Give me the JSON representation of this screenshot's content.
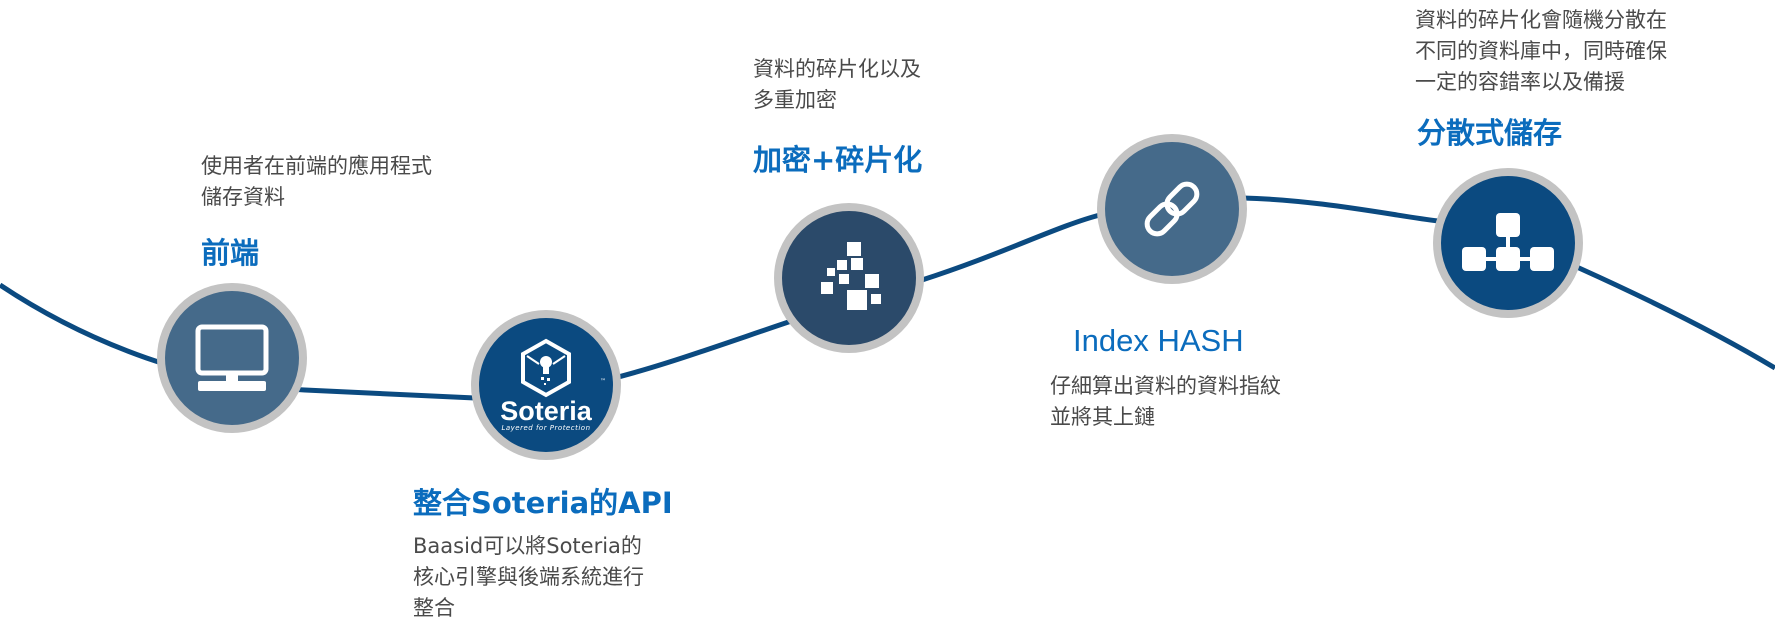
{
  "steps": [
    {
      "title": "前端",
      "description": "使用者在前端的應用程式\n儲存資料",
      "icon": "monitor-icon",
      "color": "#456a8a"
    },
    {
      "title": "整合Soteria的API",
      "description": "Baasid可以將Soteria的\n核心引擎與後端系統進行\n整合",
      "icon": "soteria-logo",
      "color": "#0b4a80",
      "logo": {
        "name": "Soteria",
        "tagline": "Layered for Protection",
        "tm": "™"
      }
    },
    {
      "title": "加密+碎片化",
      "description": "資料的碎片化以及\n多重加密",
      "icon": "fragments-icon",
      "color": "#2b4a6a"
    },
    {
      "title": "Index HASH",
      "description": "仔細算出資料的資料指紋\n並將其上鏈",
      "icon": "chain-link-icon",
      "color": "#456a8a"
    },
    {
      "title": "分散式儲存",
      "description": "資料的碎片化會隨機分散在\n不同的資料庫中，同時確保\n一定的容錯率以及備援",
      "icon": "network-icon",
      "color": "#0b4a80"
    }
  ],
  "colors": {
    "line": "#0b4a80",
    "title": "#0b6cbd",
    "text": "#4a4a4a",
    "ring": "#c3c3c3"
  }
}
